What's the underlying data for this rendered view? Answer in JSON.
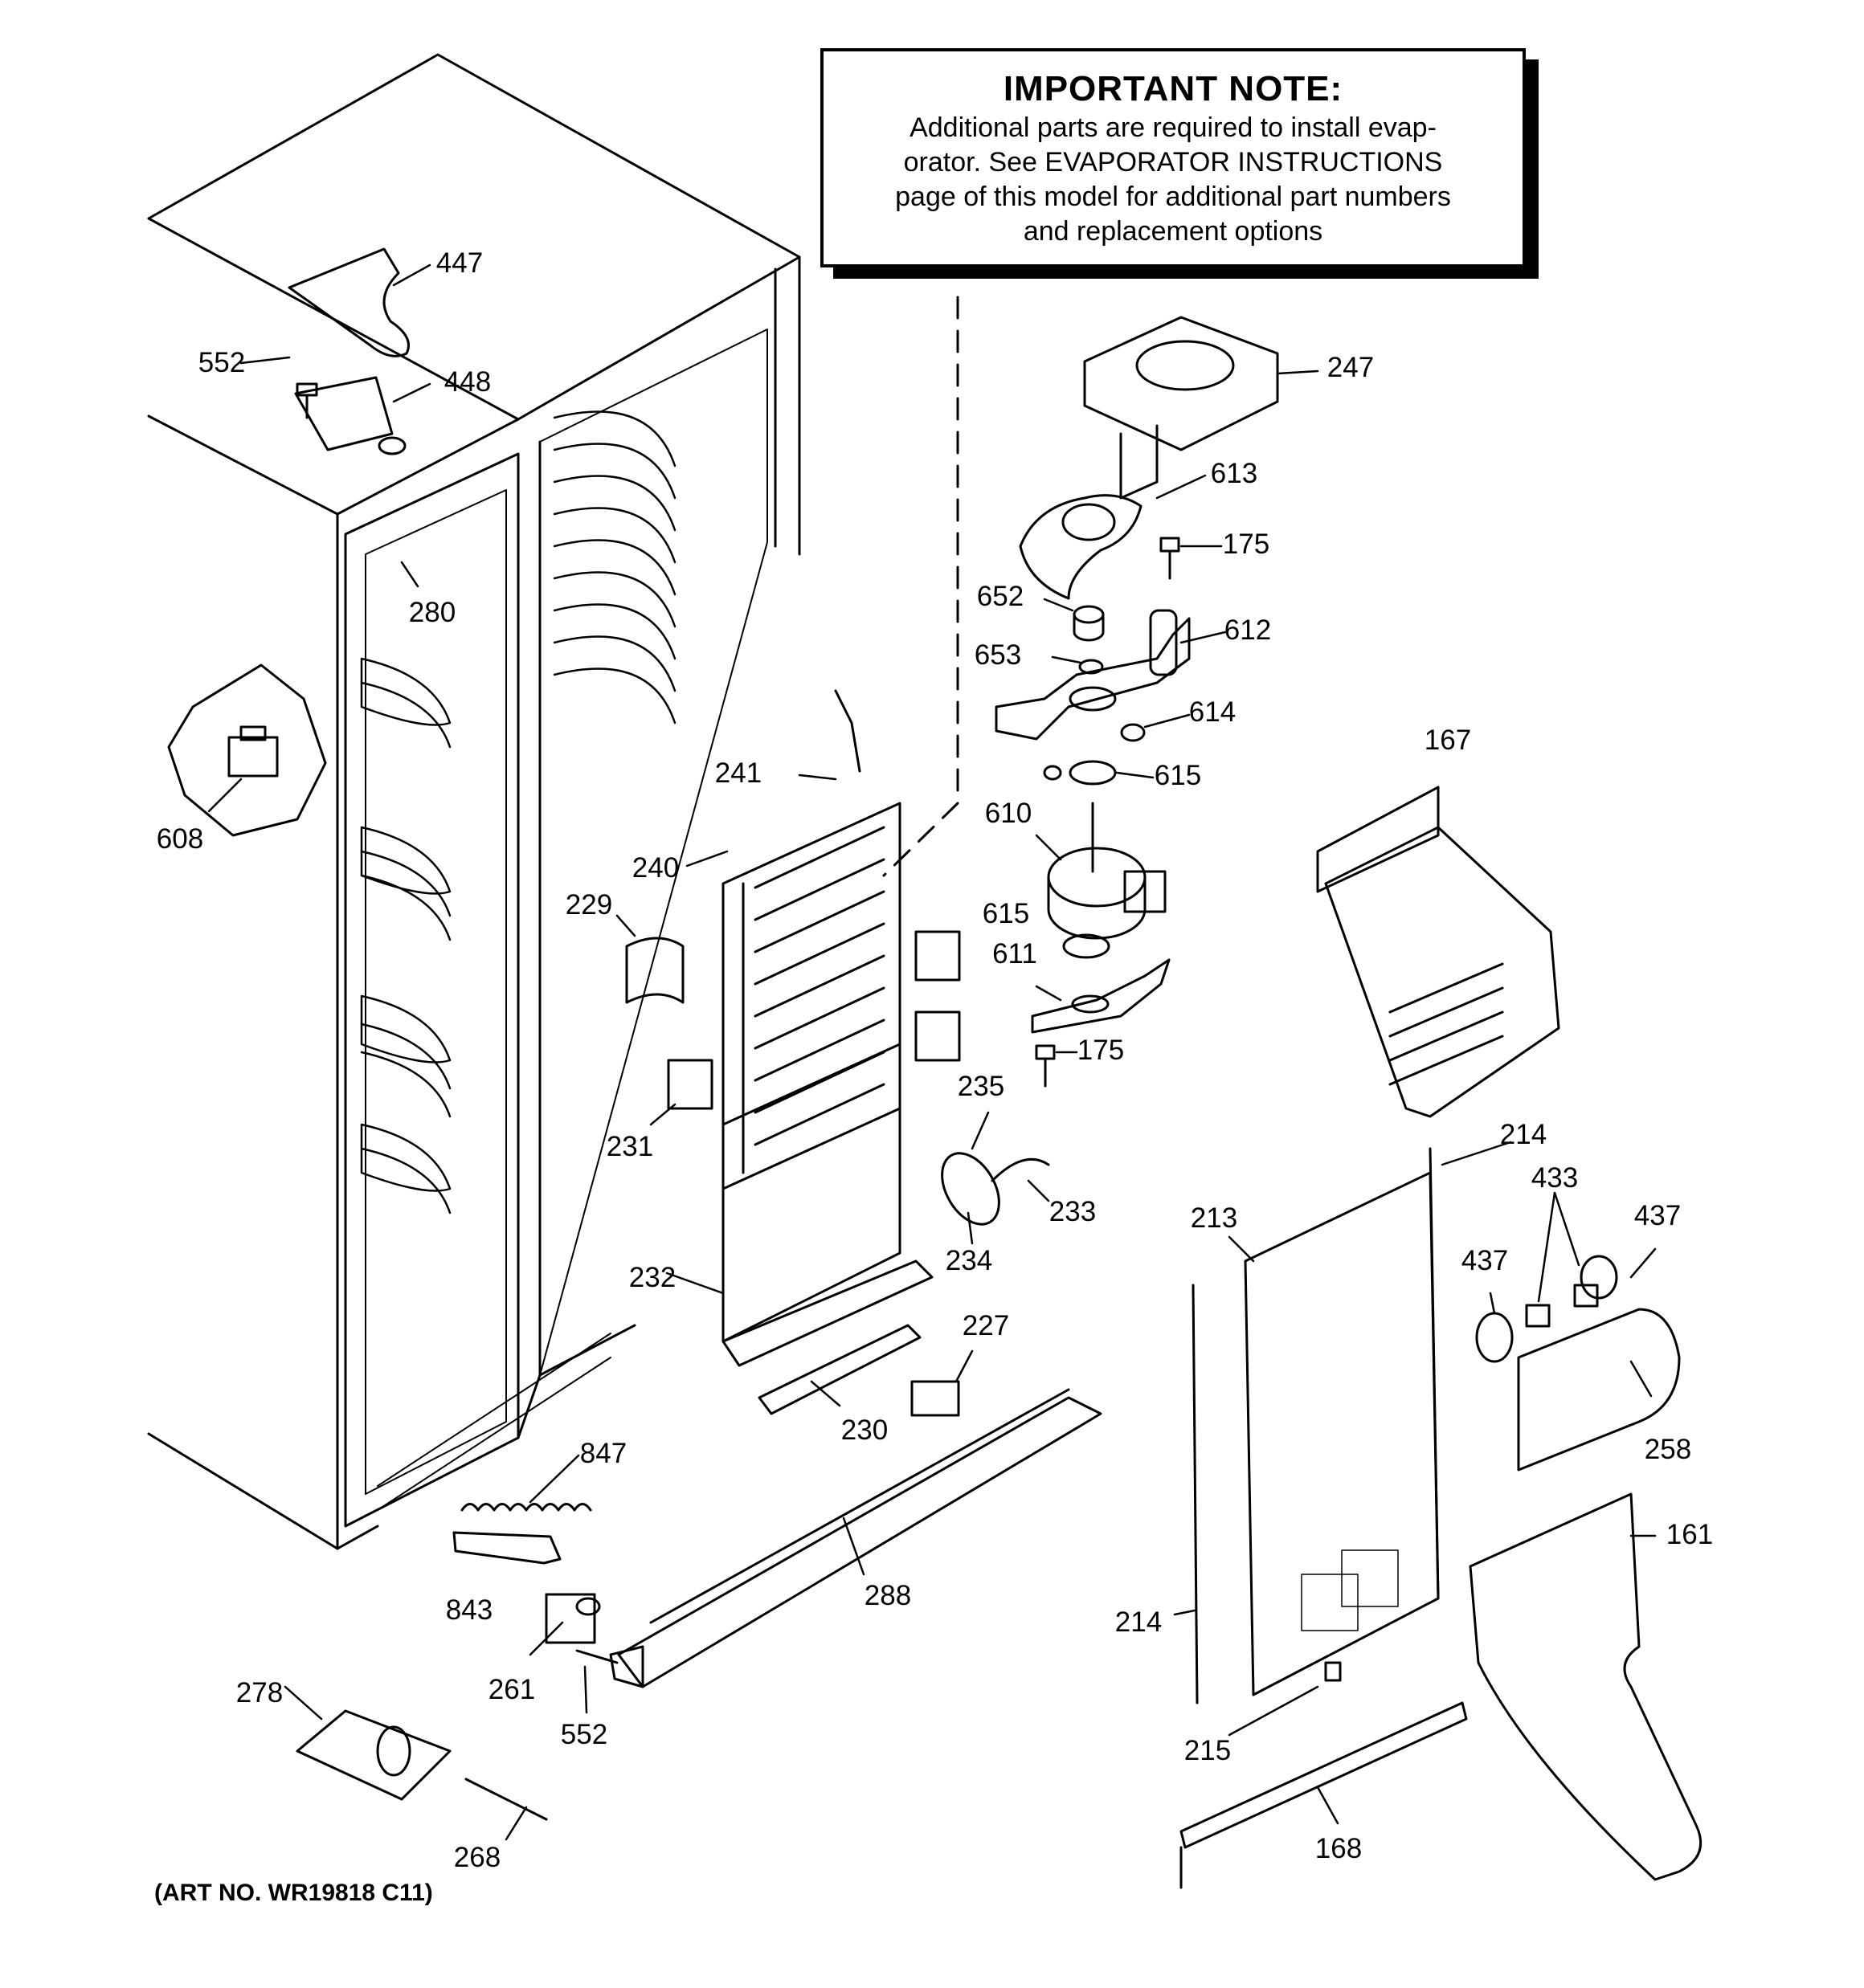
{
  "note": {
    "title": "IMPORTANT NOTE:",
    "lines": [
      "Additional parts are required to install evap-",
      "orator.  See EVAPORATOR INSTRUCTIONS",
      "page of this model for additional part numbers",
      "and replacement options"
    ]
  },
  "art_number": "(ART NO. WR19818 C11)",
  "callouts": [
    {
      "id": "c447",
      "label": "447"
    },
    {
      "id": "c552a",
      "label": "552"
    },
    {
      "id": "c448",
      "label": "448"
    },
    {
      "id": "c280",
      "label": "280"
    },
    {
      "id": "c608",
      "label": "608"
    },
    {
      "id": "c247",
      "label": "247"
    },
    {
      "id": "c613",
      "label": "613"
    },
    {
      "id": "c175a",
      "label": "175"
    },
    {
      "id": "c652",
      "label": "652"
    },
    {
      "id": "c612",
      "label": "612"
    },
    {
      "id": "c653",
      "label": "653"
    },
    {
      "id": "c614",
      "label": "614"
    },
    {
      "id": "c615a",
      "label": "615"
    },
    {
      "id": "c241",
      "label": "241"
    },
    {
      "id": "c610",
      "label": "610"
    },
    {
      "id": "c240",
      "label": "240"
    },
    {
      "id": "c229",
      "label": "229"
    },
    {
      "id": "c615b",
      "label": "615"
    },
    {
      "id": "c611",
      "label": "611"
    },
    {
      "id": "c175b",
      "label": "175"
    },
    {
      "id": "c167",
      "label": "167"
    },
    {
      "id": "c235",
      "label": "235"
    },
    {
      "id": "c231",
      "label": "231"
    },
    {
      "id": "c233",
      "label": "233"
    },
    {
      "id": "c234",
      "label": "234"
    },
    {
      "id": "c214a",
      "label": "214"
    },
    {
      "id": "c433",
      "label": "433"
    },
    {
      "id": "c213",
      "label": "213"
    },
    {
      "id": "c437a",
      "label": "437"
    },
    {
      "id": "c437b",
      "label": "437"
    },
    {
      "id": "c232",
      "label": "232"
    },
    {
      "id": "c227",
      "label": "227"
    },
    {
      "id": "c230",
      "label": "230"
    },
    {
      "id": "c258",
      "label": "258"
    },
    {
      "id": "c847",
      "label": "847"
    },
    {
      "id": "c161",
      "label": "161"
    },
    {
      "id": "c843",
      "label": "843"
    },
    {
      "id": "c288",
      "label": "288"
    },
    {
      "id": "c214b",
      "label": "214"
    },
    {
      "id": "c278",
      "label": "278"
    },
    {
      "id": "c261",
      "label": "261"
    },
    {
      "id": "c552b",
      "label": "552"
    },
    {
      "id": "c215",
      "label": "215"
    },
    {
      "id": "c268",
      "label": "268"
    },
    {
      "id": "c168",
      "label": "168"
    }
  ]
}
